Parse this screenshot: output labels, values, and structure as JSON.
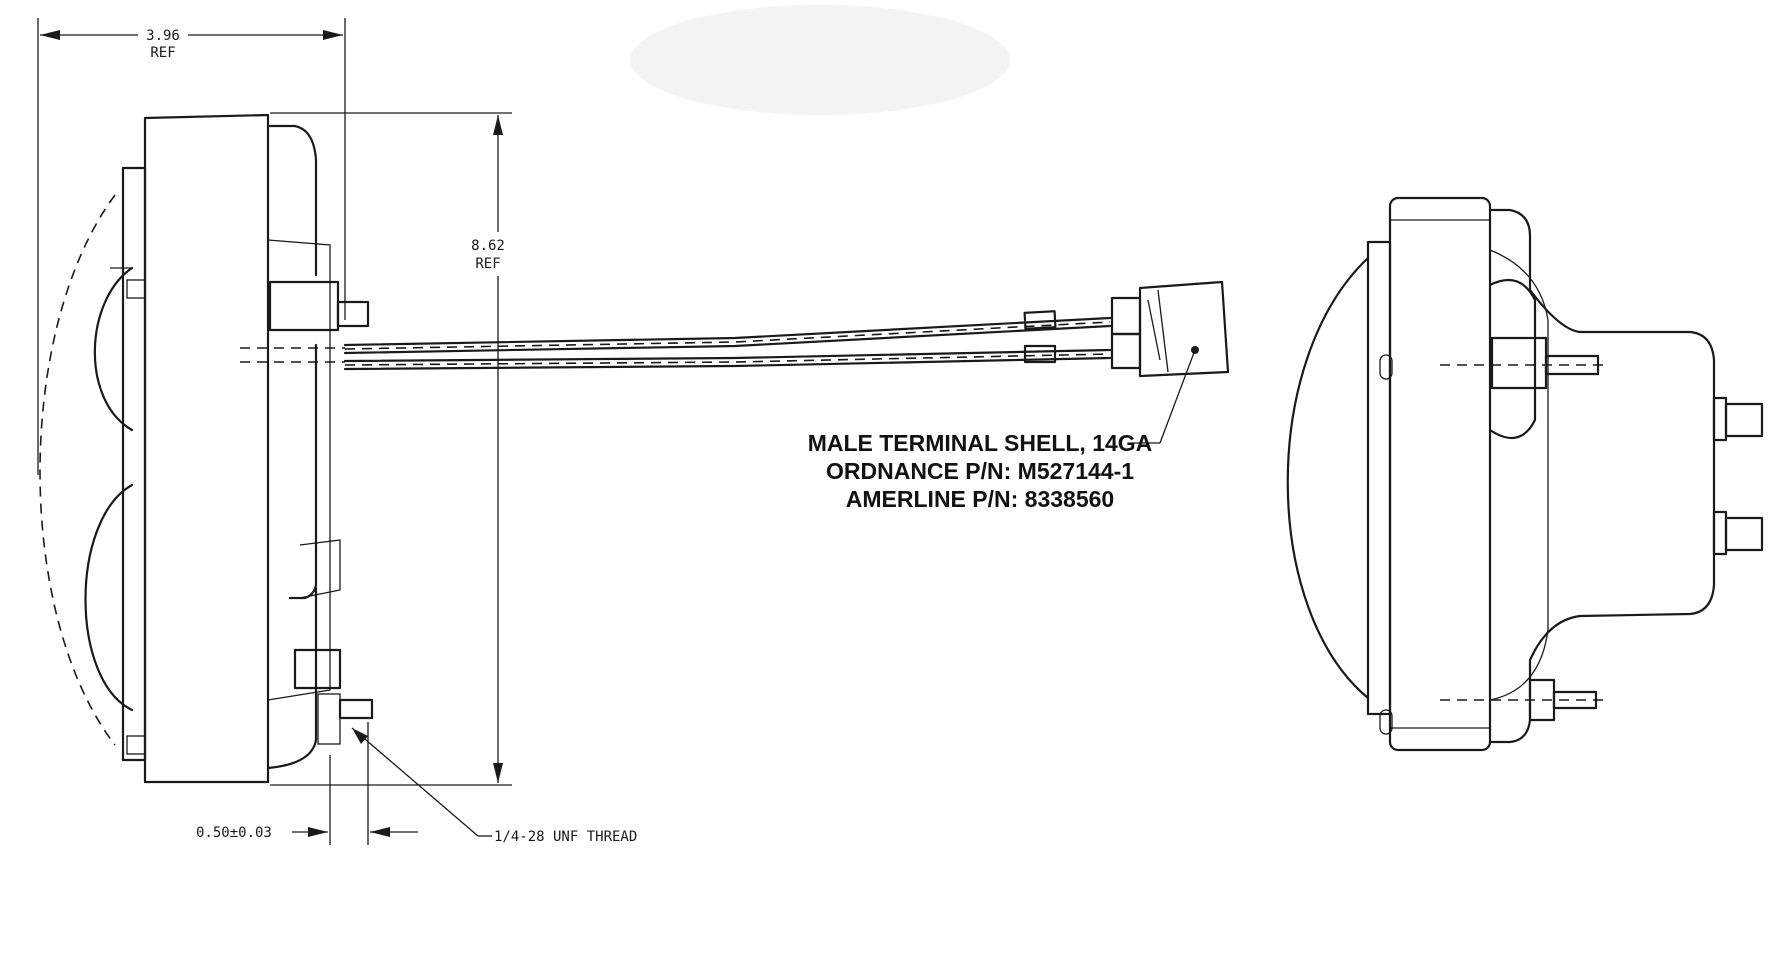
{
  "dimensions": {
    "overall_depth": {
      "value": "3.96",
      "note": "REF"
    },
    "overall_height": {
      "value": "8.62",
      "note": "REF"
    },
    "stud_offset": "0.50±0.03",
    "thread": "1/4-28 UNF THREAD"
  },
  "callout": {
    "lines": [
      "MALE TERMINAL SHELL, 14GA",
      "ORDNANCE P/N: M527144-1",
      "AMERLINE P/N: 8338560"
    ]
  }
}
